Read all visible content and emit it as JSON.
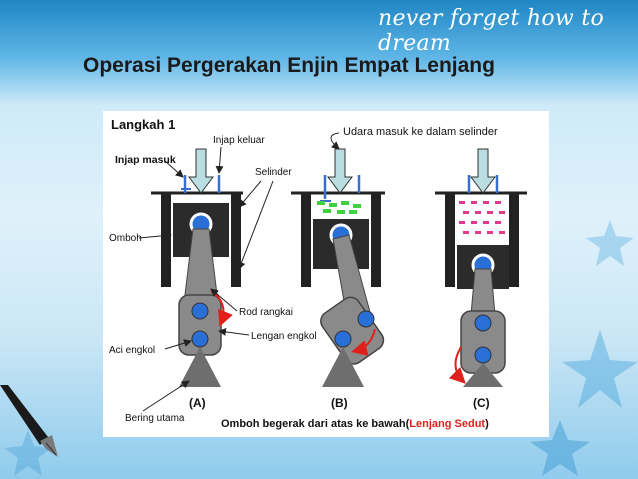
{
  "header": {
    "tagline": "never forget   how to dream",
    "title": "Operasi Pergerakan Enjin Empat Lenjang"
  },
  "diagram": {
    "step": "Langkah 1",
    "labels": {
      "exhaust_valve": "Injap keluar",
      "intake_valve": "Injap masuk",
      "cylinder": "Selinder",
      "piston": "Omboh",
      "connecting_rod": "Rod rangkai",
      "crank_arm": "Lengan engkol",
      "crankshaft": "Aci engkol",
      "main_bearing": "Bering utama",
      "air_intake": "Udara masuk ke dalam selinder"
    },
    "panels": [
      "(A)",
      "(B)",
      "(C)"
    ],
    "caption_main": "Omboh begerak dari atas ke bawah(",
    "caption_highlight": "Lenjang Sedut",
    "caption_end": ")"
  },
  "colors": {
    "accent_red": "#e0201a",
    "piston_dark": "#2b2b2b",
    "rod_gray": "#8a8a8a",
    "pin_blue": "#2a6fd6",
    "valve_blue": "#3a6fd0",
    "air_arrow": "#b9dde0",
    "intake_green": "#3fd13f",
    "mixture_pink": "#e23a8a"
  }
}
